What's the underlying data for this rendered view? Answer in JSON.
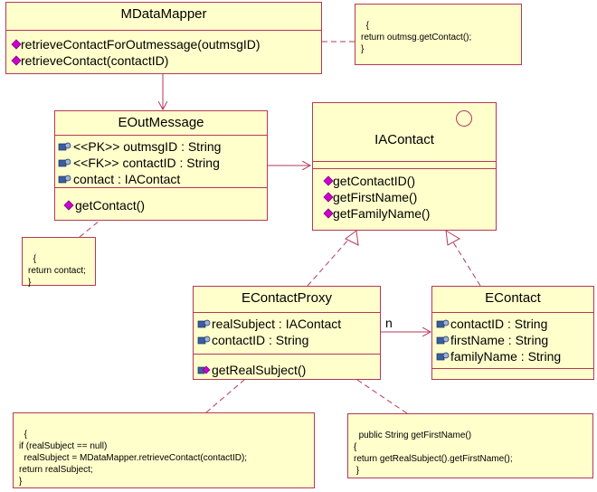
{
  "colors": {
    "box_fill": "#ffffcc",
    "border": "#b4385a",
    "method_icon": "#cc00cc",
    "attr_icon": "#3a5fa0"
  },
  "classes": {
    "mdatamapper": {
      "name": "MDataMapper",
      "methods": [
        "retrieveContactForOutmessage(outmsgID)",
        "retrieveContact(contactID)"
      ]
    },
    "eoutmessage": {
      "name": "EOutMessage",
      "attributes": [
        "<<PK>> outmsgID : String",
        "<<FK>> contactID : String",
        "contact : IAContact"
      ],
      "methods": [
        "getContact()"
      ]
    },
    "iacontact": {
      "name": "IAContact",
      "methods": [
        "getContactID()",
        "getFirstName()",
        "getFamilyName()"
      ]
    },
    "econtactproxy": {
      "name": "EContactProxy",
      "attributes": [
        "realSubject : IAContact",
        "contactID : String"
      ],
      "methods": [
        "getRealSubject()"
      ]
    },
    "econtact": {
      "name": "EContact",
      "attributes": [
        "contactID : String",
        "firstName : String",
        "familyName : String"
      ]
    }
  },
  "notes": {
    "outmsg": "{\nreturn outmsg.getContact();\n}",
    "contact": "{\nreturn contact;\n}",
    "realsubject": "{\nif (realSubject == null)\n  realSubject = MDataMapper.retrieveContact(contactID);\nreturn realSubject;\n}",
    "firstname": "public String getFirstName()\n{\nreturn getRealSubject().getFirstName();\n }"
  },
  "association": {
    "multiplicity": "n"
  }
}
